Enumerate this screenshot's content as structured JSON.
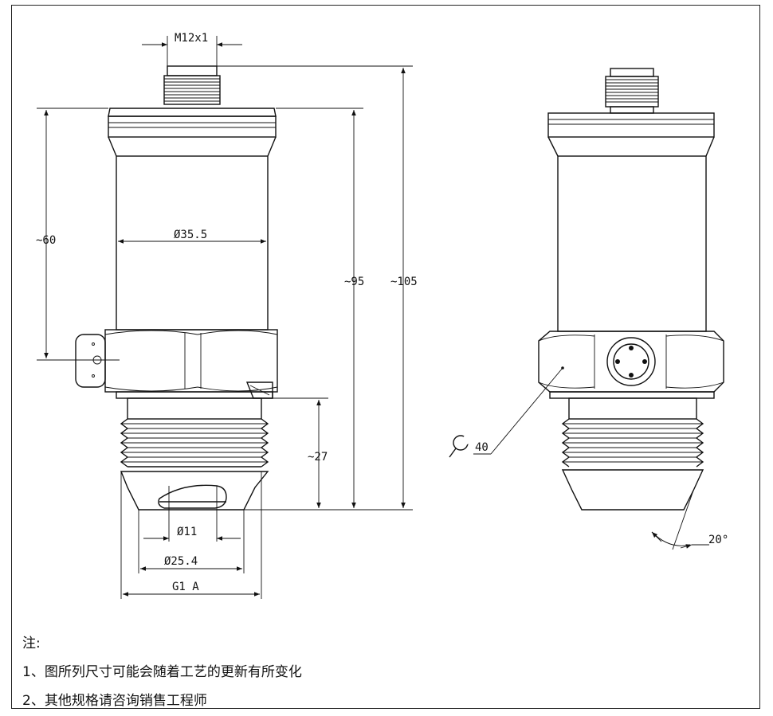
{
  "labels": {
    "m12": "M12x1",
    "d35": "Ø35.5",
    "d11": "Ø11",
    "d254": "Ø25.4",
    "g1a": "G1 A",
    "h60": "~60",
    "h95": "~95",
    "h105": "~105",
    "h27": "~27",
    "wrench": "40",
    "angle": "20°"
  },
  "notes": {
    "title": "注:",
    "item1": "1、图所列尺寸可能会随着工艺的更新有所变化",
    "item2": "2、其他规格请咨询销售工程师"
  }
}
